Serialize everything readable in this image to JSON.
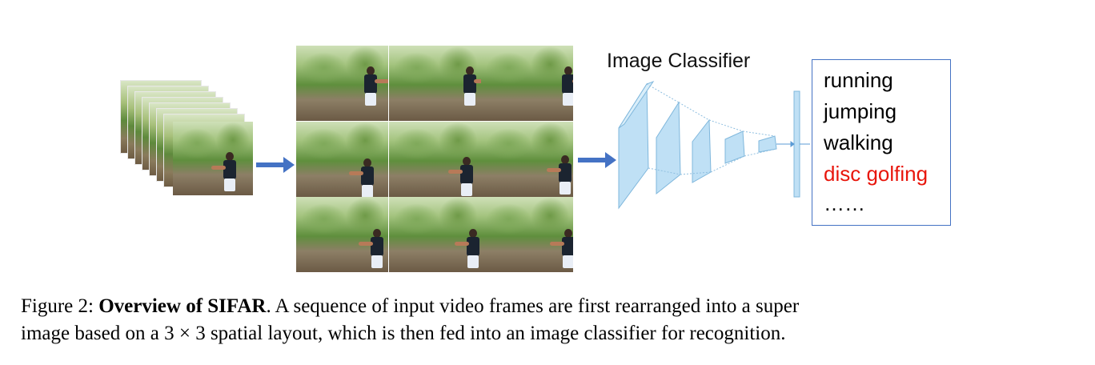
{
  "classifier_title": "Image Classifier",
  "class_labels": [
    {
      "text": "running",
      "color": "#000000"
    },
    {
      "text": "jumping",
      "color": "#000000"
    },
    {
      "text": "walking",
      "color": "#000000"
    },
    {
      "text": "disc golfing",
      "color": "#e8160c"
    },
    {
      "text": "……",
      "color": "#000000"
    }
  ],
  "caption": {
    "figure_label": "Figure 2:",
    "bold_title": "Overview of SIFAR",
    "body_line1": ". A sequence of input video frames are first rearranged into a super",
    "body_line2": "image based on a 3 × 3 spatial layout, which is then fed into an image classifier for recognition."
  },
  "colors": {
    "arrow": "#4472c4",
    "highlight_label": "#e8160c",
    "network_fill": "#bfe0f5",
    "network_stroke": "#7fb7dc"
  }
}
